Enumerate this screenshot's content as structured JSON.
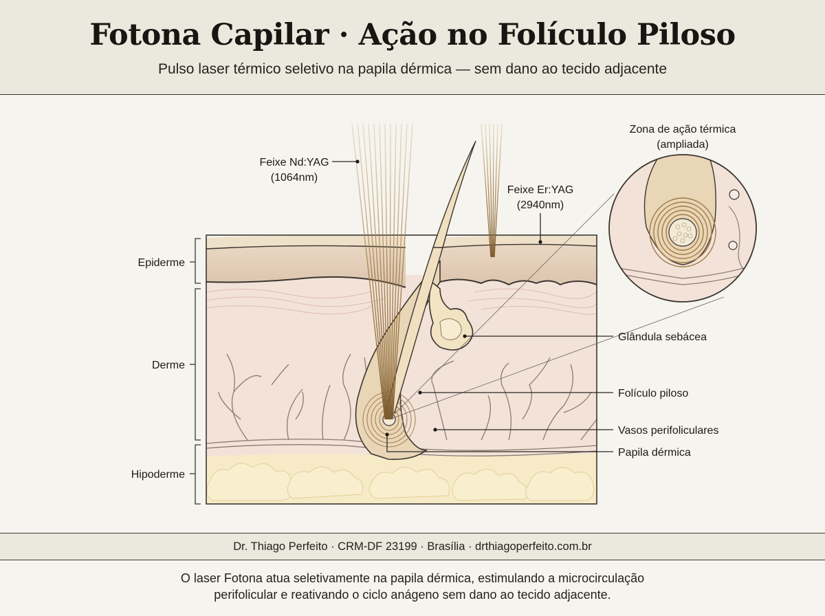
{
  "header": {
    "title": "Fotona Capilar · Ação no Folículo Piloso",
    "subtitle": "Pulso laser térmico seletivo na papila dérmica — sem dano ao tecido adjacente"
  },
  "labels": {
    "beam_ndyag": [
      "Feixe Nd:YAG",
      "(1064nm)"
    ],
    "beam_eryag": [
      "Feixe Er:YAG",
      "(2940nm)"
    ],
    "zone": [
      "Zona de ação térmica",
      "(ampliada)"
    ],
    "epiderme": "Epiderme",
    "derme": "Derme",
    "hipoderme": "Hipoderme",
    "glandula": "Glândula sebácea",
    "foliculo": "Folículo piloso",
    "vasos": "Vasos perifoliculares",
    "papila": "Papila dérmica"
  },
  "credit": "Dr. Thiago Perfeito · CRM-DF 23199 · Brasília · drthiagoperfeito.com.br",
  "caption": [
    "O laser Fotona atua seletivamente na papila dérmica, estimulando a microcirculação",
    "perifolicular e reativando o ciclo anágeno sem dano ao tecido adjacente."
  ],
  "colors": {
    "epiderme": "#e4cfbd",
    "derme": "#f3e2d8",
    "hipoderme": "#f7ebc7",
    "beam": "#9c7a4a",
    "outline": "#3a3530"
  }
}
